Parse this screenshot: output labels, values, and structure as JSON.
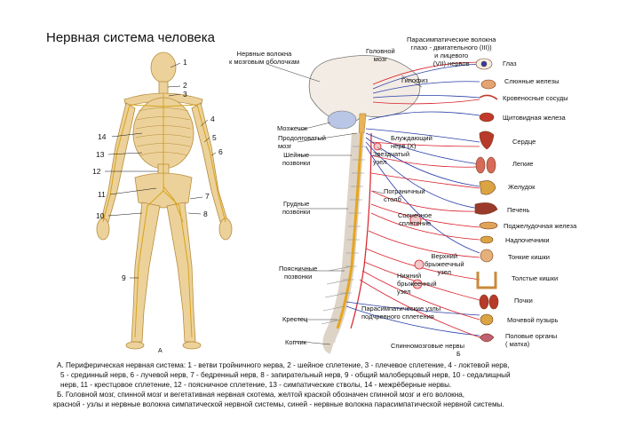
{
  "title": "Нервная система человека",
  "figure_a": {
    "letter": "А",
    "numbers": [
      "1",
      "2",
      "3",
      "4",
      "5",
      "6",
      "7",
      "8",
      "9",
      "10",
      "11",
      "12",
      "13",
      "14"
    ]
  },
  "figure_b": {
    "letter": "Б",
    "left_labels": {
      "fibers_meninges": "Нервные волокна\nк мозговым оболочкам",
      "brain": "Головной\nмозг",
      "cerebellum": "Мозжечок",
      "medulla": "Продолговатый\nмозг",
      "cervical": "Шейные\nпозвонки",
      "thoracic": "Грудные\nпозвонки",
      "lumbar": "Поясничные\nпозвонки",
      "sacrum": "Крестец",
      "coccyx": "Копчик"
    },
    "center_labels": {
      "parasympathetic_fibers": "Парасимпатические волокна\nглазо - двигательного (III))\nи лицевого\n(VII) нервов",
      "pituitary": "Гипофиз",
      "vagus": "Блуждающий\nнерв (X)",
      "stellate": "Звездчатый\nузел",
      "trunk": "Пограничный\nстолб",
      "solar": "Солнечное\nсплетение",
      "sup_mesenteric": "Верхний\nбрыжеечный\nузел",
      "inf_mesenteric": "Нижний\nбрыжеечный\nузел",
      "pelvic": "Парасимпатические узлы\nподчревного сплетения",
      "spinal": "Спинномозговые нервы"
    },
    "organs": [
      "Глаз",
      "Слюнные железы",
      "Кровеносные сосуды",
      "Щитовидная железа",
      "Сердце",
      "Легкие",
      "Желудок",
      "Печень",
      "Поджелудочная железа",
      "Надпочечники",
      "Тонкие кишки",
      "Толстые кишки",
      "Почки",
      "Мочевой пузырь",
      "Половые органы\n( матка)"
    ]
  },
  "caption": {
    "line1": "А. Периферическая нервная система: 1 - ветви тройничного нерва, 2 - шейное сплетение, 3 - плечевое сплетение, 4 - локтевой нерв,",
    "line2": "5 - срединный нерв, 6 - лучевой нерв, 7 - бедренный нерв, 8 - запирательный нерв, 9 - общий малоберцовый нерв, 10 - седалищный",
    "line3": "нерв, 11 - крестцовое сплетение, 12 - поясничное сплетение, 13 - симпатические стволы, 14 - межрёберные нервы.",
    "line4": "Б. Головной мозг, спинной мозг и вегетативная нервная скотема, желтой краской обозначен спинной мозг и его волокна,",
    "line5": "красной - узлы и нервные волокна симпатической нервной системы, синей - нервные волокна парасимпатической нервной системы."
  },
  "colors": {
    "sympathetic": "#d8202a",
    "parasympathetic": "#2a3fa8",
    "spinal_cord": "#e8a51c",
    "skeleton": "#e6c98a",
    "organ": "#c85a2a"
  }
}
